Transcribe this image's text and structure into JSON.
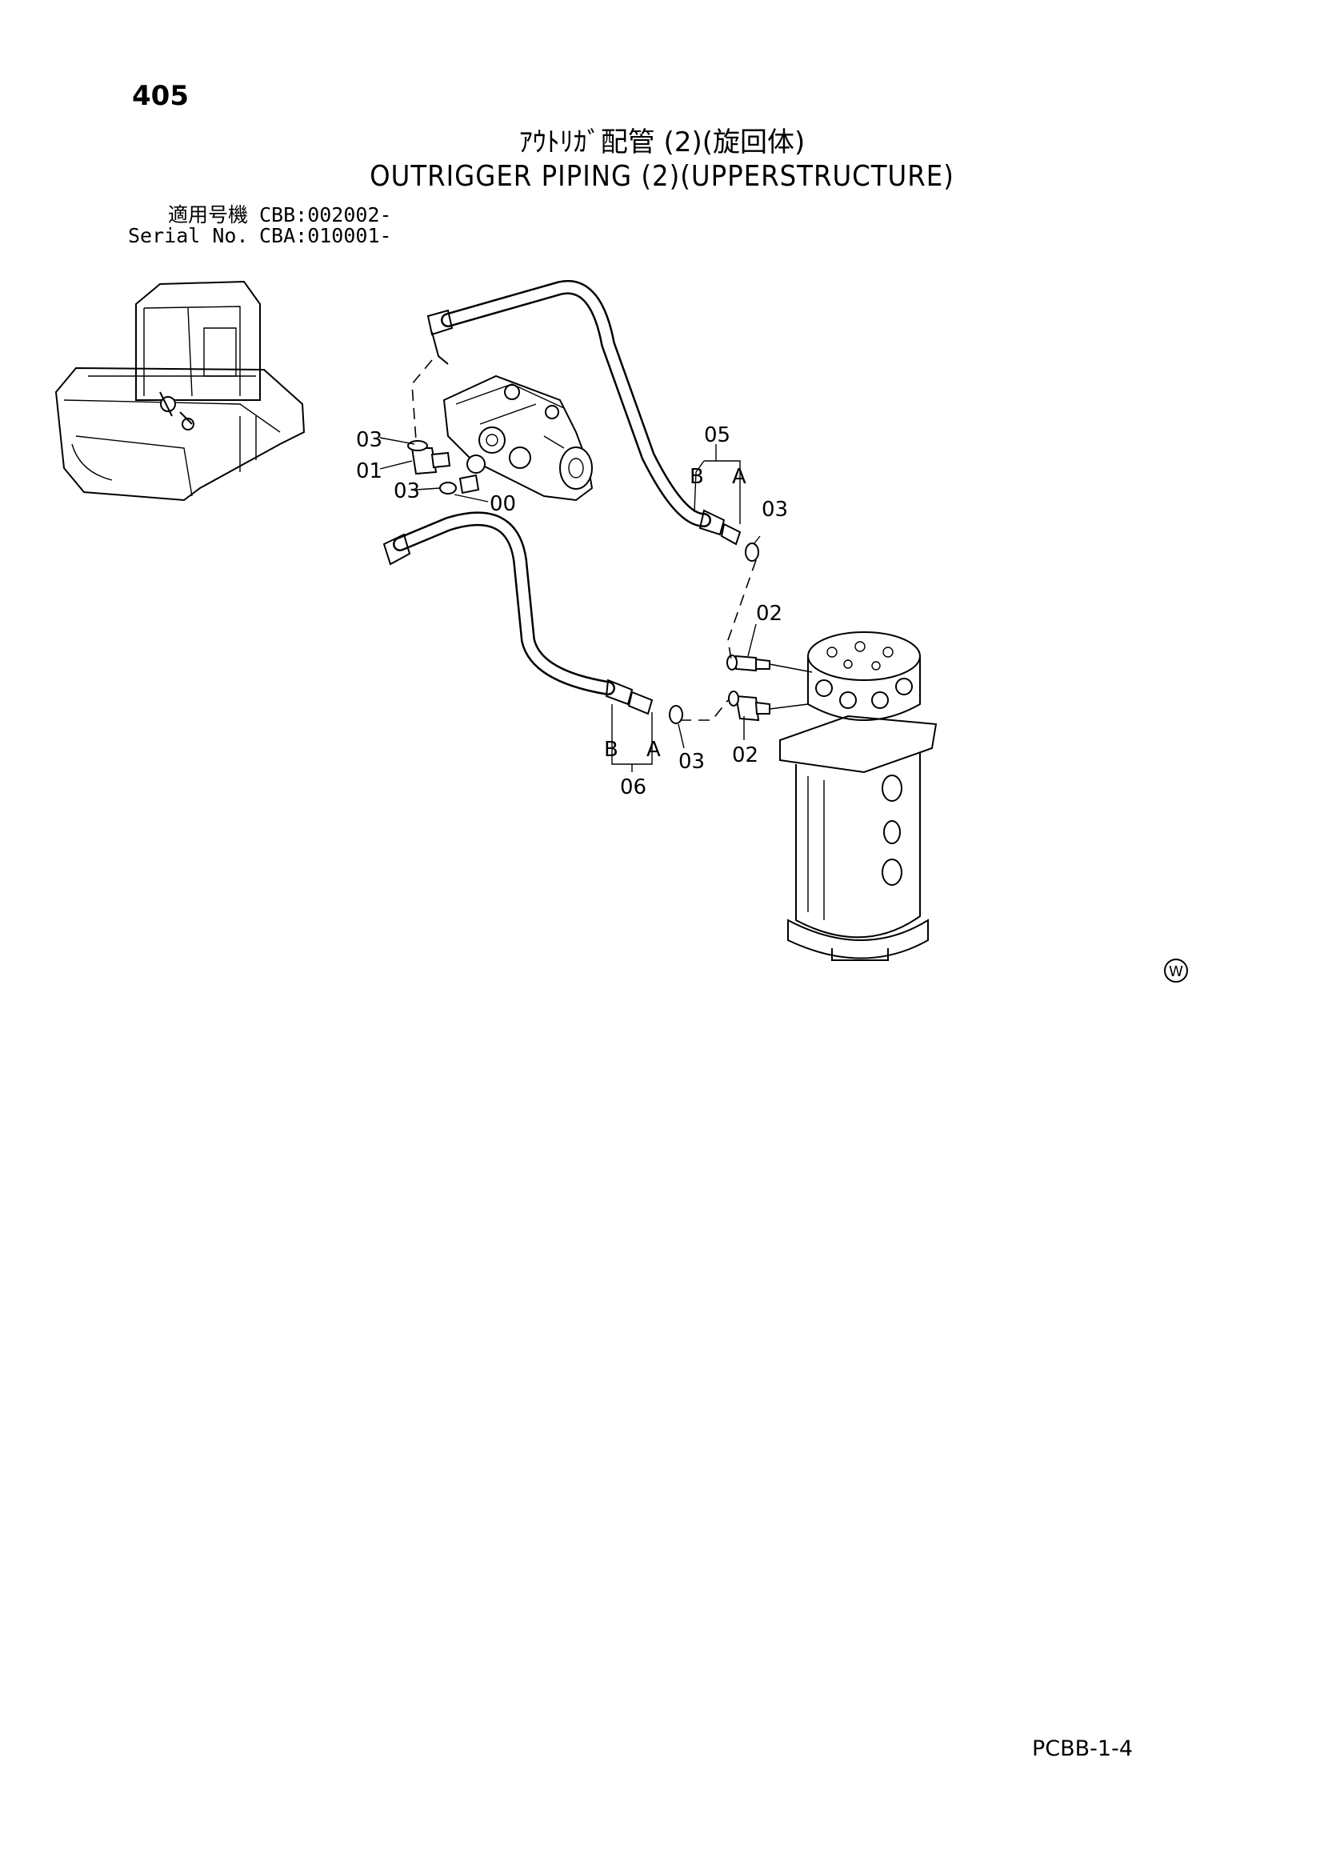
{
  "page_number": "405",
  "title_jp": "ｱｳﾄﾘｶﾞ配管 (2)(旋回体)",
  "title_en": "OUTRIGGER PIPING (2)(UPPERSTRUCTURE)",
  "serial": {
    "label_jp": "適用号機",
    "value_jp": "CBB:002002-",
    "label_en": "Serial No.",
    "value_en": "CBA:010001-"
  },
  "callouts": {
    "c03_a": "03",
    "c01": "01",
    "c03_b": "03",
    "c00": "00",
    "c05": "05",
    "c05_b": "B",
    "c05_a": "A",
    "c03_c": "03",
    "c02_a": "02",
    "c02_b": "02",
    "c06_b": "B",
    "c06_a": "A",
    "c03_d": "03",
    "c06": "06",
    "mark_w": "W"
  },
  "footer_code": "PCBB-1-4"
}
